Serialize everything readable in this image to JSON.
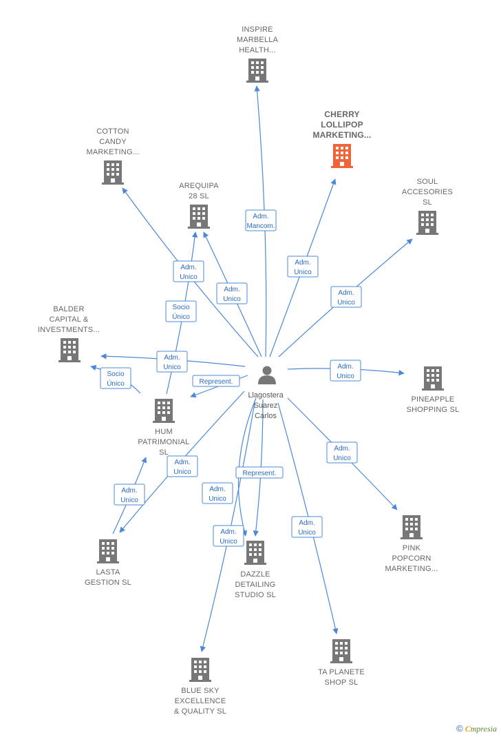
{
  "center": {
    "name": "center-person",
    "lines": [
      "Llagostera",
      "Suarez",
      "Carlos"
    ]
  },
  "colors": {
    "edge": "#4a88d8",
    "building": "#777777",
    "highlight": "#f0643a"
  },
  "nodes": [
    {
      "id": "inspire",
      "lines": [
        "INSPIRE",
        "MARBELLA",
        "HEALTH..."
      ],
      "highlight": false
    },
    {
      "id": "cherry",
      "lines": [
        "CHERRY",
        "LOLLIPOP",
        "MARKETING..."
      ],
      "highlight": true
    },
    {
      "id": "cotton",
      "lines": [
        "COTTON",
        "CANDY",
        "MARKETING..."
      ],
      "highlight": false
    },
    {
      "id": "arequipa",
      "lines": [
        "AREQUIPA",
        "28  SL"
      ],
      "highlight": false
    },
    {
      "id": "soul",
      "lines": [
        "SOUL",
        "ACCESORIES",
        "SL"
      ],
      "highlight": false
    },
    {
      "id": "balder",
      "lines": [
        "BALDER",
        "CAPITAL &",
        "INVESTMENTS..."
      ],
      "highlight": false
    },
    {
      "id": "pineapple",
      "lines": [
        "PINEAPPLE",
        "SHOPPING  SL"
      ],
      "highlight": false
    },
    {
      "id": "hum",
      "lines": [
        "HUM",
        "PATRIMONIAL",
        "SL"
      ],
      "highlight": false
    },
    {
      "id": "lasta",
      "lines": [
        "LASTA",
        "GESTION  SL"
      ],
      "highlight": false
    },
    {
      "id": "dazzle",
      "lines": [
        "DAZZLE",
        "DETAILING",
        "STUDIO  SL"
      ],
      "highlight": false
    },
    {
      "id": "pink",
      "lines": [
        "PINK",
        "POPCORN",
        "MARKETING..."
      ],
      "highlight": false
    },
    {
      "id": "blue",
      "lines": [
        "BLUE SKY",
        "EXCELLENCE",
        "& QUALITY  SL"
      ],
      "highlight": false
    },
    {
      "id": "taplanete",
      "lines": [
        "TA PLANETE",
        "SHOP  SL"
      ],
      "highlight": false
    }
  ],
  "edges": [
    {
      "id": "inspire",
      "label": [
        "Adm.",
        "Mancom."
      ]
    },
    {
      "id": "cherry",
      "label": [
        "Adm.",
        "Unico"
      ]
    },
    {
      "id": "cotton",
      "label": [
        "Adm.",
        "Unico"
      ]
    },
    {
      "id": "arequipa",
      "label": [
        "Adm.",
        "Unico"
      ]
    },
    {
      "id": "soul",
      "label": [
        "Adm.",
        "Unico"
      ]
    },
    {
      "id": "balder",
      "label": [
        "Adm.",
        "Unico"
      ]
    },
    {
      "id": "pineapple",
      "label": [
        "Adm.",
        "Unico"
      ]
    },
    {
      "id": "hum",
      "label": [
        "Represent."
      ]
    },
    {
      "id": "lasta",
      "label": [
        "Adm.",
        "Unico"
      ]
    },
    {
      "id": "dazzle-adm",
      "label": [
        "Adm.",
        "Unico"
      ]
    },
    {
      "id": "dazzle-rep",
      "label": [
        "Represent."
      ]
    },
    {
      "id": "pink",
      "label": [
        "Adm.",
        "Unico"
      ]
    },
    {
      "id": "blue",
      "label": [
        "Adm.",
        "Unico"
      ]
    },
    {
      "id": "taplanete",
      "label": [
        "Adm.",
        "Unico"
      ]
    },
    {
      "id": "hum-arequipa",
      "label": [
        "Socio",
        "Único"
      ]
    },
    {
      "id": "hum-balder",
      "label": [
        "Socio",
        "Único"
      ]
    },
    {
      "id": "lasta-hum",
      "label": [
        "Adm.",
        "Unico"
      ]
    }
  ],
  "footer": {
    "copyright": "©",
    "brand_first": "C",
    "brand_rest": "mpresia"
  }
}
